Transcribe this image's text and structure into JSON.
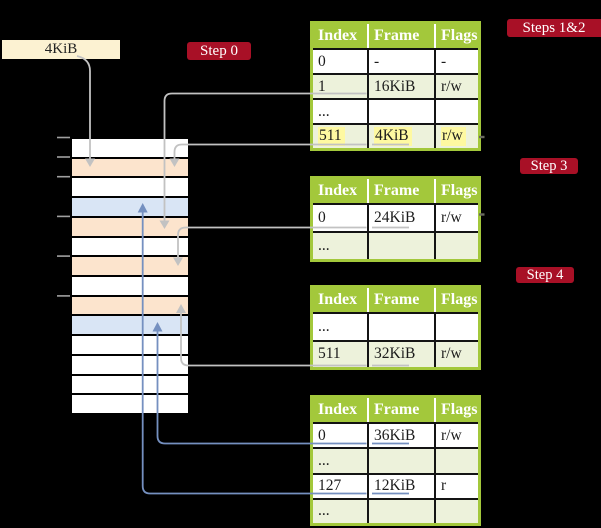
{
  "colors": {
    "badge_red": "#A81026",
    "table_green": "#A3C83B",
    "row_light_green": "#EDF2DB",
    "row_orange": "#FCE4CD",
    "row_blue": "#D9E5F5",
    "highlight_yellow": "#FEF9A1",
    "box_cream": "#FCF2D2",
    "arrow_gray": "#C2C2C2",
    "arrow_blue": "#7590C0"
  },
  "frame_box": {
    "label": "4KiB"
  },
  "badges": {
    "step0": "Step 0",
    "steps12": "Steps 1&2",
    "step3": "Step 3",
    "step4": "Step 4"
  },
  "memory": {
    "rows": [
      "white",
      "orange",
      "white",
      "blue",
      "orange",
      "white",
      "orange",
      "white",
      "orange",
      "blue",
      "white",
      "white",
      "white",
      "white"
    ]
  },
  "tables": [
    {
      "headers": [
        "Index",
        "Frame",
        "Flags"
      ],
      "rows": [
        {
          "cells": [
            "0",
            "-",
            "-"
          ]
        },
        {
          "cells": [
            "1",
            "16KiB",
            "r/w"
          ]
        },
        {
          "cells": [
            "...",
            "",
            ""
          ]
        },
        {
          "cells": [
            "511",
            "4KiB",
            "r/w"
          ],
          "highlighted": true
        }
      ]
    },
    {
      "headers": [
        "Index",
        "Frame",
        "Flags"
      ],
      "rows": [
        {
          "cells": [
            "0",
            "24KiB",
            "r/w"
          ]
        },
        {
          "cells": [
            "...",
            "",
            ""
          ]
        }
      ]
    },
    {
      "headers": [
        "Index",
        "Frame",
        "Flags"
      ],
      "rows": [
        {
          "cells": [
            "...",
            "",
            ""
          ]
        },
        {
          "cells": [
            "511",
            "32KiB",
            "r/w"
          ]
        }
      ]
    },
    {
      "headers": [
        "Index",
        "Frame",
        "Flags"
      ],
      "rows": [
        {
          "cells": [
            "0",
            "36KiB",
            "r/w"
          ]
        },
        {
          "cells": [
            "...",
            "",
            ""
          ]
        },
        {
          "cells": [
            "127",
            "12KiB",
            "r"
          ]
        },
        {
          "cells": [
            "...",
            "",
            ""
          ]
        }
      ]
    }
  ],
  "connections": [
    {
      "from": "4KiB box",
      "to": "memory frame 4KiB",
      "color": "gray"
    },
    {
      "from": "table1 entry 1 (16KiB)",
      "to": "memory frame 16KiB",
      "color": "gray"
    },
    {
      "from": "table1 entry 511 (4KiB)",
      "to": "memory frame 4KiB",
      "color": "gray"
    },
    {
      "from": "table2 entry 0 (24KiB)",
      "to": "memory frame 24KiB",
      "color": "gray"
    },
    {
      "from": "table3 entry 511 (32KiB)",
      "to": "memory frame 32KiB",
      "color": "gray"
    },
    {
      "from": "table4 entry 0 (36KiB)",
      "to": "memory frame 36KiB",
      "color": "blue"
    },
    {
      "from": "table4 entry 127 (12KiB)",
      "to": "memory frame 12KiB",
      "color": "blue"
    }
  ]
}
